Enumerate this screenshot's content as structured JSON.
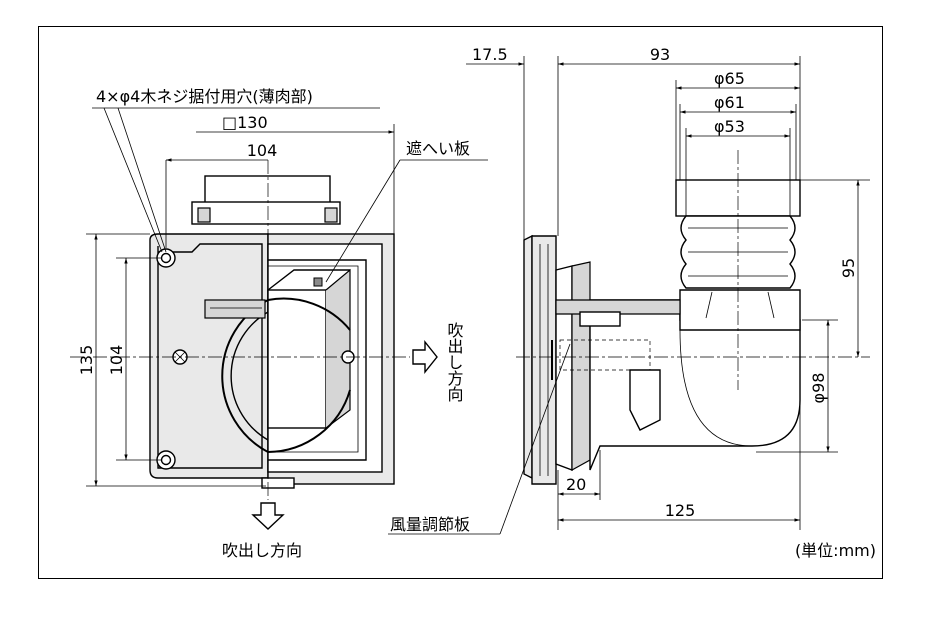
{
  "front_view": {
    "screw_hole_label": "4×φ4木ネジ据付用穴(薄肉部)",
    "square_label": "□130",
    "width_104": "104",
    "shutter_label": "遮へい板",
    "height_135": "135",
    "height_104": "104",
    "outlet_side": "吹出し方向",
    "outlet_down": "吹出し方向"
  },
  "side_view": {
    "dim_17_5": "17.5",
    "dim_93": "93",
    "dia_65": "φ65",
    "dia_61": "φ61",
    "dia_53": "φ53",
    "dim_95": "95",
    "dia_98": "φ98",
    "dim_20": "20",
    "dim_125": "125",
    "damper_label": "風量調節板"
  },
  "unit_label": "(単位:mm)",
  "colors": {
    "line": "#000000",
    "fill_light": "#e9e9e9",
    "fill_mid": "#d6d6d6",
    "background": "#ffffff"
  }
}
